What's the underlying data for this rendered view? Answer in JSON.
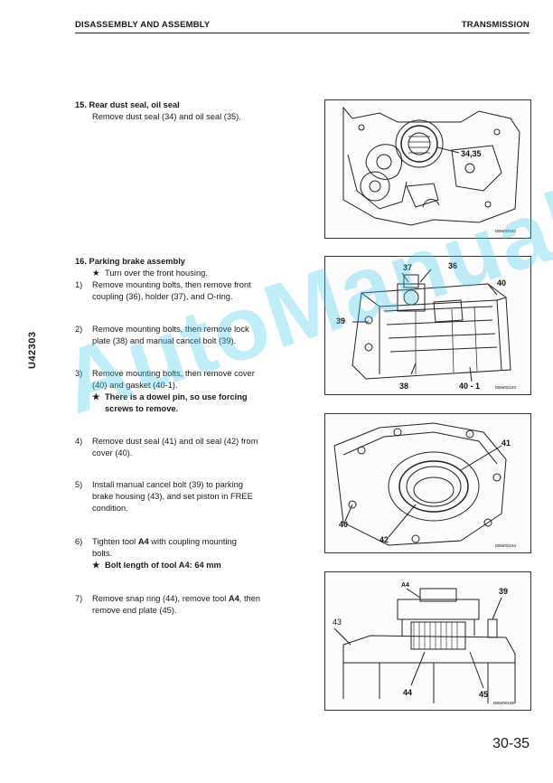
{
  "header": {
    "left": "DISASSEMBLY AND ASSEMBLY",
    "right": "TRANSMISSION"
  },
  "side_code": "U42303",
  "steps": {
    "s15": {
      "title": "15. Rear dust seal, oil seal",
      "line1": "Remove dust seal (34) and oil seal (35)."
    },
    "s16": {
      "title": "16. Parking brake assembly",
      "star": "★",
      "note": "Turn over the front housing.",
      "i1": {
        "num": "1)",
        "line1": "Remove mounting bolts, then remove front",
        "line2": "coupling (36), holder (37), and O-ring."
      },
      "i2": {
        "num": "2)",
        "line1": "Remove mounting bolts, then remove lock",
        "line2": "plate (38) and manual cancel bolt (39)."
      },
      "i3": {
        "num": "3)",
        "line1": "Remove mounting bolts, then remove cover",
        "line2": "(40) and gasket (40-1).",
        "note1": "There is a dowel pin, so use forcing",
        "note2": "screws to remove."
      },
      "i4": {
        "num": "4)",
        "line1": "Remove dust seal (41) and oil seal (42) from",
        "line2": "cover (40)."
      },
      "i5": {
        "num": "5)",
        "line1": "Install manual cancel bolt (39) to parking",
        "line2": "brake housing (43), and set piston in FREE",
        "line3": "condition."
      },
      "i6": {
        "num": "6)",
        "line1_pre": "Tighten tool ",
        "tool": "A4",
        "line1_post": " with coupling mounting",
        "line2": "bolts.",
        "note": "Bolt length of tool A4: 64 mm"
      },
      "i7": {
        "num": "7)",
        "line1_pre": "Remove snap ring (44), remove tool ",
        "tool": "A4",
        "line1_post": ", then",
        "line2": "remove end plate (45)."
      }
    }
  },
  "figures": {
    "f1": {
      "labels": {
        "l1": "34,35"
      },
      "code": "DBW00192"
    },
    "f2": {
      "labels": {
        "l1": "37",
        "l2": "36",
        "l3": "40",
        "l4": "39",
        "l5": "38",
        "l6": "40 - 1"
      },
      "code": "DBW00193"
    },
    "f3": {
      "labels": {
        "l1": "41",
        "l2": "40",
        "l3": "42"
      },
      "code": "DBW00194"
    },
    "f4": {
      "labels": {
        "l1": "A4",
        "l2": "39",
        "l3": "43",
        "l4": "44",
        "l5": "45"
      },
      "code": "DBW00195"
    }
  },
  "watermark": "AutoManual",
  "page_number": "30-35"
}
